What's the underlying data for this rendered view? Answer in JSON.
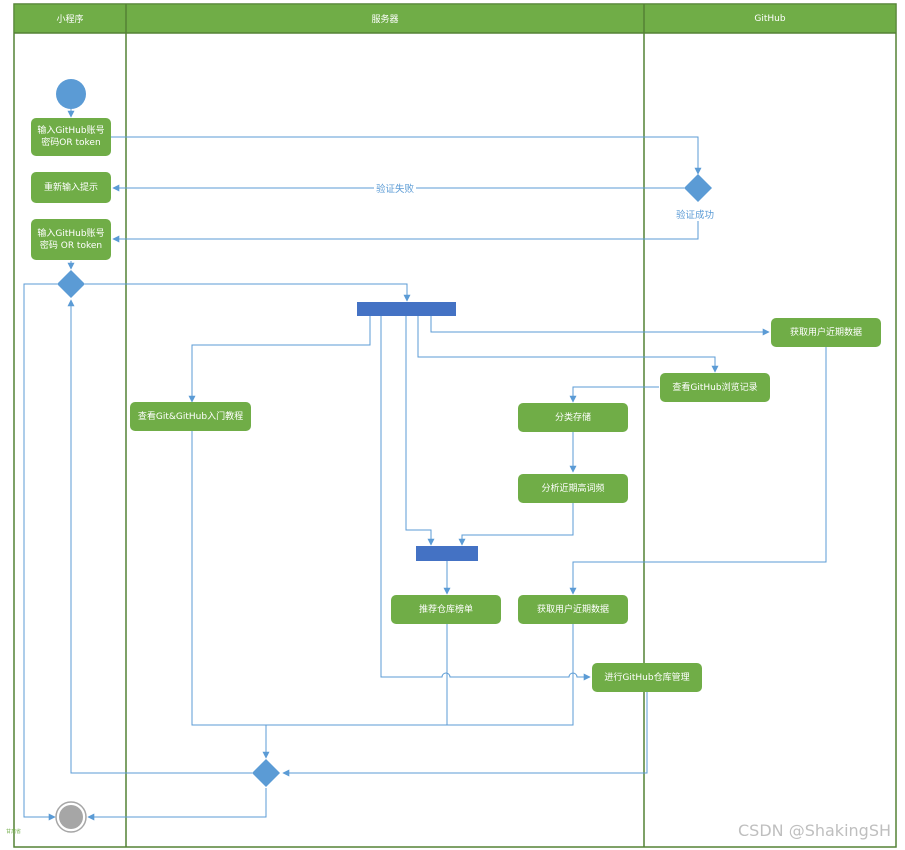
{
  "lanes": {
    "miniprogram": "小程序",
    "server": "服务器",
    "github": "GitHub"
  },
  "nodes": {
    "input1": "输入GitHub账号\n密码OR token",
    "reenter": "重新输入提示",
    "input2": "输入GitHub账号\n密码 OR token",
    "view_tutorial": "查看Git&GitHub入门教程",
    "get_recent_github": "获取用户近期数据",
    "view_history": "查看GitHub浏览记录",
    "classify": "分类存储",
    "analyze": "分析近期高词频",
    "recommend": "推荐仓库榜单",
    "get_recent_server": "获取用户近期数据",
    "repo_manage": "进行GitHub仓库管理"
  },
  "labels": {
    "auth_fail": "验证失败",
    "auth_success": "验证成功"
  },
  "side_text": "甘肃省",
  "watermark": "CSDN @ShakingSH",
  "colors": {
    "lane_header": "#70ad47",
    "lane_border": "#548235",
    "node": "#70ad47",
    "edge": "#5b9bd5",
    "fork_bar": "#4472c4",
    "start": "#5b9bd5",
    "end": "#a6a6a6"
  }
}
